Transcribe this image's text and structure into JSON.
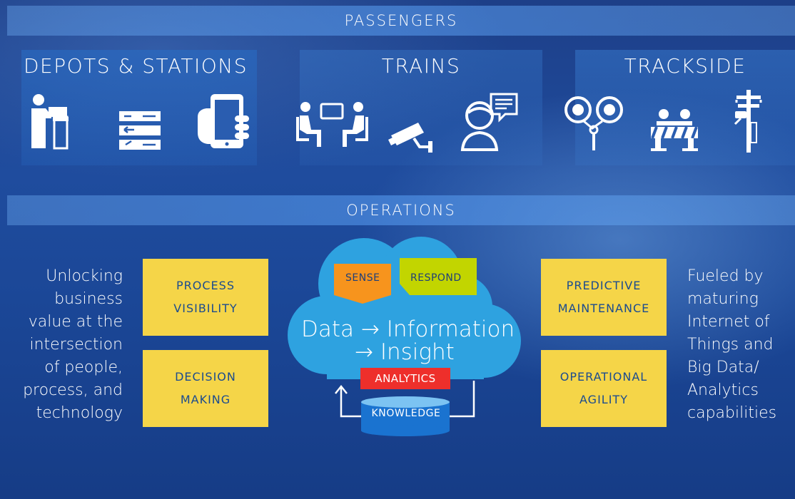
{
  "bands": {
    "passengers": "PASSENGERS",
    "operations": "OPERATIONS"
  },
  "panels": {
    "depots": {
      "title": "DEPOTS & STATIONS",
      "icons": [
        "kiosk-icon",
        "signage-icon",
        "smartphone-icon"
      ]
    },
    "trains": {
      "title": "TRAINS",
      "icons": [
        "seated-passengers-icon",
        "security-camera-icon",
        "customer-service-icon"
      ]
    },
    "trackside": {
      "title": "TRACKSIDE",
      "icons": [
        "railway-signal-icon",
        "track-workers-icon",
        "utility-pole-icon"
      ]
    }
  },
  "left_text": [
    "Unlocking",
    "business",
    "value at the",
    "intersection",
    "of people,",
    "process, and",
    "technology"
  ],
  "right_text": [
    "Fueled by",
    "maturing",
    "Internet of",
    "Things and",
    "Big Data/",
    "Analytics",
    "capabilities"
  ],
  "boxes": {
    "process_visibility": [
      "PROCESS",
      "VISIBILITY"
    ],
    "decision_making": [
      "DECISION",
      "MAKING"
    ],
    "predictive_maintenance": [
      "PREDICTIVE",
      "MAINTENANCE"
    ],
    "operational_agility": [
      "OPERATIONAL",
      "AGILITY"
    ]
  },
  "cloud": {
    "sense": "SENSE",
    "respond": "RESPOND",
    "line1": "Data → Information",
    "line2": "→ Insight",
    "analytics": "ANALYTICS",
    "knowledge": "KNOWLEDGE"
  },
  "colors": {
    "background": "#1f4c9e",
    "yellow_box": "#f5d548",
    "cloud": "#2ea2e0",
    "sense": "#f7941d",
    "respond": "#c2d500",
    "analytics": "#ee2f2b",
    "knowledge": "#1a73d0"
  }
}
